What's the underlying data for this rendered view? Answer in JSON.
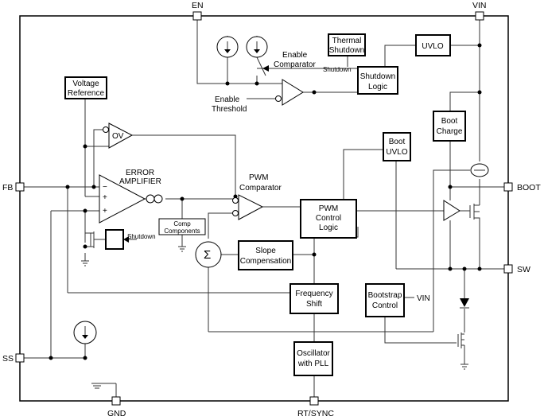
{
  "pins": {
    "en": "EN",
    "vin": "VIN",
    "fb": "FB",
    "boot": "BOOT",
    "sw": "SW",
    "ss": "SS",
    "gnd": "GND",
    "rt_sync": "RT/SYNC"
  },
  "blocks": {
    "thermal_shutdown": [
      "Thermal",
      "Shutdown"
    ],
    "uvlo": "UVLO",
    "shutdown_logic": [
      "Shutdown",
      "Logic"
    ],
    "voltage_reference": [
      "Voltage",
      "Reference"
    ],
    "boot_charge": [
      "Boot",
      "Charge"
    ],
    "boot_uvlo": [
      "Boot",
      "UVLO"
    ],
    "pwm_control_logic": [
      "PWM",
      "Control",
      "Logic"
    ],
    "comp_components": [
      "Comp",
      "Components"
    ],
    "slope_compensation": [
      "Slope",
      "Compensation"
    ],
    "frequency_shift": [
      "Frequency",
      "Shift"
    ],
    "bootstrap_control": [
      "Bootstrap",
      "Control"
    ],
    "oscillator_pll": [
      "Oscillator",
      "with PLL"
    ]
  },
  "labels": {
    "enable_comparator": [
      "Enable",
      "Comparator"
    ],
    "enable_threshold": [
      "Enable",
      "Threshold"
    ],
    "shutdown_top": "Shutdown",
    "shutdown_ss": "Shutdown",
    "error_amplifier": [
      "ERROR",
      "AMPLIFIER"
    ],
    "pwm_comparator": [
      "PWM",
      "Comparator"
    ],
    "ov": "OV",
    "vin_bootstrap": "VIN",
    "sigma": "Σ",
    "minus": "−",
    "plus": "+"
  }
}
